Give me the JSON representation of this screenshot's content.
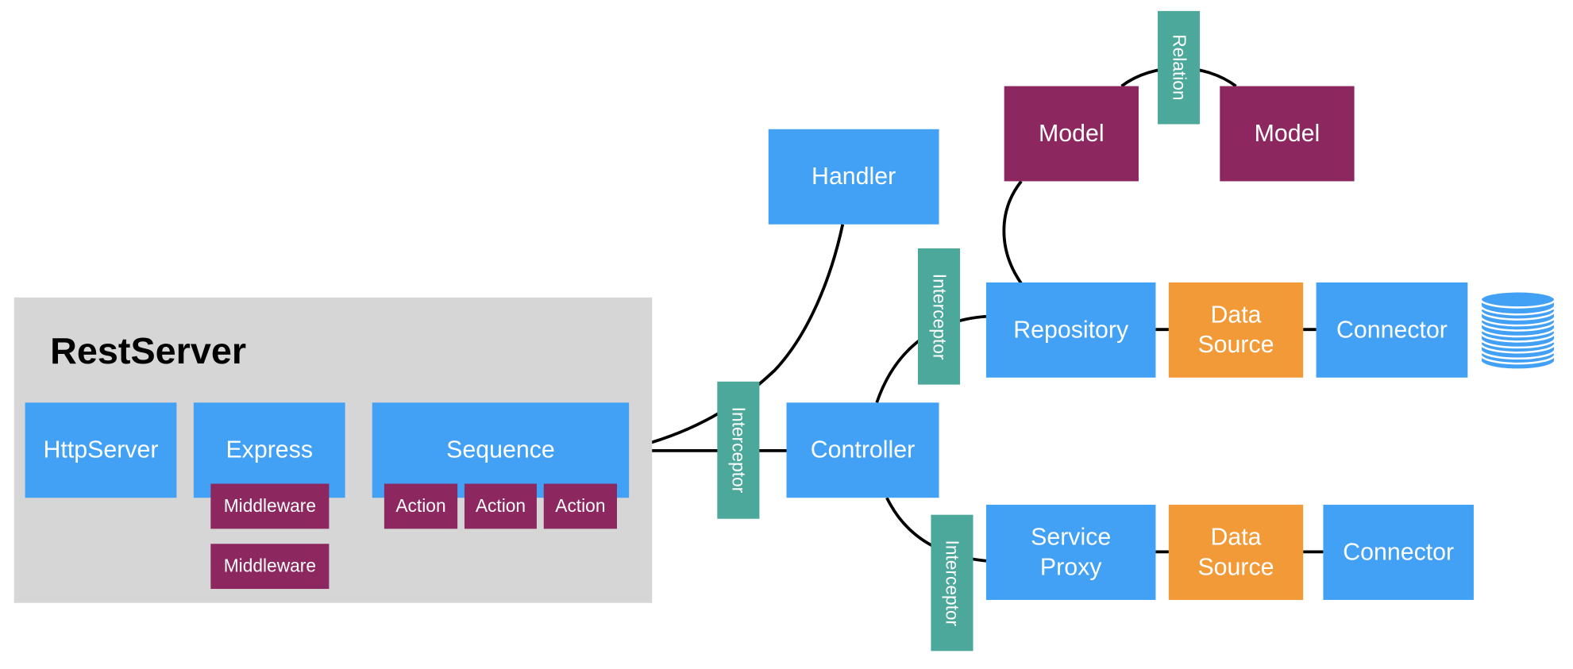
{
  "colors": {
    "component": "#42a0f5",
    "model": "#8c2760",
    "datasource": "#f29a38",
    "interceptor": "#4ba89a",
    "group": "#d6d6d6"
  },
  "rest_server": {
    "title": "RestServer",
    "http_server": "HttpServer",
    "express": "Express",
    "middleware_1": "Middleware",
    "middleware_2": "Middleware",
    "sequence": "Sequence",
    "action_1": "Action",
    "action_2": "Action",
    "action_3": "Action"
  },
  "interceptor_main": "Interceptor",
  "handler": "Handler",
  "controller": "Controller",
  "interceptor_repository": "Interceptor",
  "interceptor_service": "Interceptor",
  "repository": "Repository",
  "service_proxy": "Service\nProxy",
  "data_source_1": "Data\nSource",
  "data_source_2": "Data\nSource",
  "connector_1": "Connector",
  "connector_2": "Connector",
  "model_1": "Model",
  "model_2": "Model",
  "relation": "Relation",
  "database_icon": "database-icon"
}
